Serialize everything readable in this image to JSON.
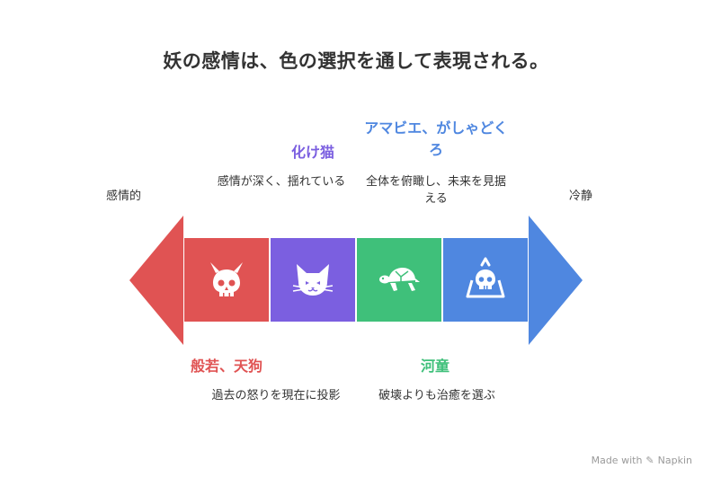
{
  "title": "妖の感情は、色の選択を通して表現される。",
  "left_end": "感情的",
  "right_end": "冷静",
  "segments": [
    {
      "heading": "般若、天狗",
      "desc": "過去の怒りを現在に投影",
      "color": "#E05353",
      "icon": "horned-skull-icon",
      "position": "bottom"
    },
    {
      "heading": "化け猫",
      "desc": "感情が深く、揺れている",
      "color": "#7B5FE0",
      "icon": "cat-face-icon",
      "position": "top"
    },
    {
      "heading": "河童",
      "desc": "破壊よりも治癒を選ぶ",
      "color": "#3FC07A",
      "icon": "turtle-icon",
      "position": "bottom"
    },
    {
      "heading": "アマビエ、がしゃどくろ",
      "desc": "全体を俯瞰し、未来を見据える",
      "color": "#4F87E0",
      "icon": "skull-warning-icon",
      "position": "top"
    }
  ],
  "watermark": "Made with",
  "watermark_brand": "Napkin"
}
